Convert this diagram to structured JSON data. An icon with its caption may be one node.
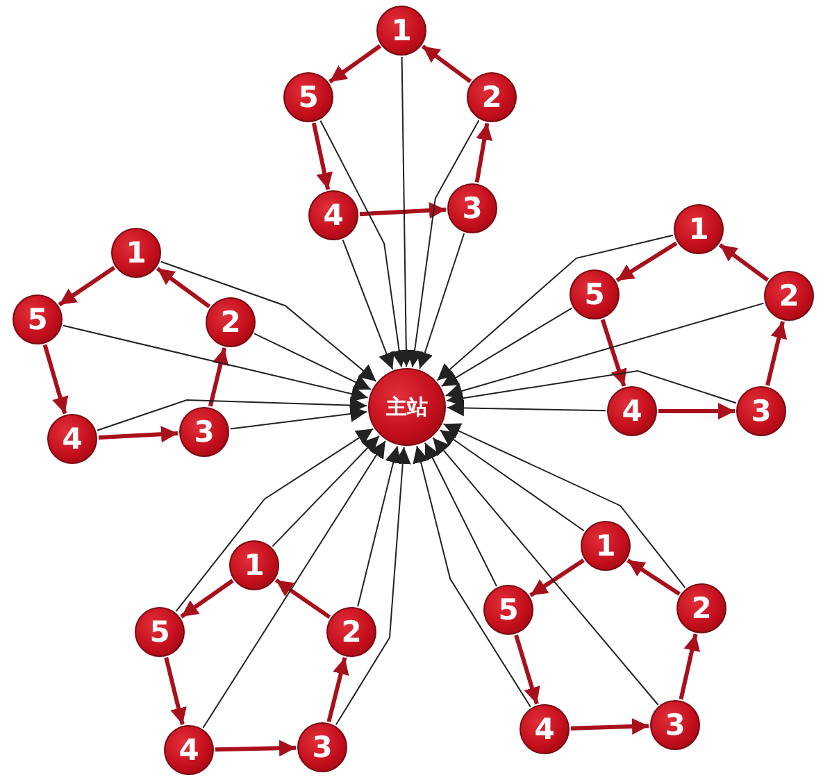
{
  "diagram": {
    "nodes": [
      {
        "text": [
          "主站"
        ]
      },
      {
        "text": [
          "1"
        ]
      },
      {
        "text": [
          "2"
        ]
      },
      {
        "text": [
          "3"
        ]
      },
      {
        "text": [
          "4"
        ]
      },
      {
        "text": [
          "5"
        ]
      },
      {
        "text": [
          "1"
        ]
      },
      {
        "text": [
          "2"
        ]
      },
      {
        "text": [
          "3"
        ]
      },
      {
        "text": [
          "4"
        ]
      },
      {
        "text": [
          "5"
        ]
      },
      {
        "text": [
          "1"
        ]
      },
      {
        "text": [
          "2"
        ]
      },
      {
        "text": [
          "3"
        ]
      },
      {
        "text": [
          "4"
        ]
      },
      {
        "text": [
          "5"
        ]
      },
      {
        "text": [
          "1"
        ]
      },
      {
        "text": [
          "2"
        ]
      },
      {
        "text": [
          "3"
        ]
      },
      {
        "text": [
          "4"
        ]
      },
      {
        "text": [
          "5"
        ]
      },
      {
        "text": [
          "1"
        ]
      },
      {
        "text": [
          "2"
        ]
      },
      {
        "text": [
          "3"
        ]
      },
      {
        "text": [
          "4"
        ]
      },
      {
        "text": [
          "5"
        ]
      }
    ],
    "edges": [
      {
        "from": 2,
        "to": 1,
        "arrow": "to",
        "style": "thick",
        "color": "#a8101c"
      },
      {
        "from": 1,
        "to": 5,
        "arrow": "to",
        "style": "thick",
        "color": "#a8101c"
      },
      {
        "from": 5,
        "to": 4,
        "arrow": "to",
        "style": "thick",
        "color": "#a8101c"
      },
      {
        "from": 4,
        "to": 3,
        "arrow": "to",
        "style": "thick",
        "color": "#a8101c"
      },
      {
        "from": 3,
        "to": 2,
        "arrow": "to",
        "style": "thick",
        "color": "#a8101c"
      },
      {
        "from": 7,
        "to": 6,
        "arrow": "to",
        "style": "thick",
        "color": "#a8101c"
      },
      {
        "from": 6,
        "to": 10,
        "arrow": "to",
        "style": "thick",
        "color": "#a8101c"
      },
      {
        "from": 10,
        "to": 9,
        "arrow": "to",
        "style": "thick",
        "color": "#a8101c"
      },
      {
        "from": 9,
        "to": 8,
        "arrow": "to",
        "style": "thick",
        "color": "#a8101c"
      },
      {
        "from": 8,
        "to": 7,
        "arrow": "to",
        "style": "thick",
        "color": "#a8101c"
      },
      {
        "from": 12,
        "to": 11,
        "arrow": "to",
        "style": "thick",
        "color": "#a8101c"
      },
      {
        "from": 11,
        "to": 15,
        "arrow": "to",
        "style": "thick",
        "color": "#a8101c"
      },
      {
        "from": 15,
        "to": 14,
        "arrow": "to",
        "style": "thick",
        "color": "#a8101c"
      },
      {
        "from": 14,
        "to": 13,
        "arrow": "to",
        "style": "thick",
        "color": "#a8101c"
      },
      {
        "from": 13,
        "to": 12,
        "arrow": "to",
        "style": "thick",
        "color": "#a8101c"
      },
      {
        "from": 17,
        "to": 16,
        "arrow": "to",
        "style": "thick",
        "color": "#a8101c"
      },
      {
        "from": 16,
        "to": 20,
        "arrow": "to",
        "style": "thick",
        "color": "#a8101c"
      },
      {
        "from": 20,
        "to": 19,
        "arrow": "to",
        "style": "thick",
        "color": "#a8101c"
      },
      {
        "from": 19,
        "to": 18,
        "arrow": "to",
        "style": "thick",
        "color": "#a8101c"
      },
      {
        "from": 18,
        "to": 17,
        "arrow": "to",
        "style": "thick",
        "color": "#a8101c"
      },
      {
        "from": 22,
        "to": 21,
        "arrow": "to",
        "style": "thick",
        "color": "#a8101c"
      },
      {
        "from": 21,
        "to": 25,
        "arrow": "to",
        "style": "thick",
        "color": "#a8101c"
      },
      {
        "from": 25,
        "to": 24,
        "arrow": "to",
        "style": "thick",
        "color": "#a8101c"
      },
      {
        "from": 24,
        "to": 23,
        "arrow": "to",
        "style": "thick",
        "color": "#a8101c"
      },
      {
        "from": 23,
        "to": 22,
        "arrow": "to",
        "style": "thick",
        "color": "#a8101c"
      },
      {
        "from": 1,
        "to": 0,
        "arrow": "to",
        "color": "#222222"
      },
      {
        "from": 2,
        "to": 0,
        "arrow": "to",
        "color": "#222222"
      },
      {
        "from": 3,
        "to": 0,
        "arrow": "to",
        "color": "#222222"
      },
      {
        "from": 4,
        "to": 0,
        "arrow": "to",
        "color": "#222222"
      },
      {
        "from": 5,
        "to": 0,
        "arrow": "to",
        "color": "#222222"
      },
      {
        "from": 6,
        "to": 0,
        "arrow": "to",
        "color": "#222222"
      },
      {
        "from": 7,
        "to": 0,
        "arrow": "to",
        "color": "#222222"
      },
      {
        "from": 8,
        "to": 0,
        "arrow": "to",
        "color": "#222222"
      },
      {
        "from": 9,
        "to": 0,
        "arrow": "to",
        "color": "#222222"
      },
      {
        "from": 10,
        "to": 0,
        "arrow": "to",
        "color": "#222222"
      },
      {
        "from": 11,
        "to": 0,
        "arrow": "to",
        "color": "#222222"
      },
      {
        "from": 12,
        "to": 0,
        "arrow": "to",
        "color": "#222222"
      },
      {
        "from": 13,
        "to": 0,
        "arrow": "to",
        "color": "#222222"
      },
      {
        "from": 14,
        "to": 0,
        "arrow": "to",
        "color": "#222222"
      },
      {
        "from": 15,
        "to": 0,
        "arrow": "to",
        "color": "#222222"
      },
      {
        "from": 16,
        "to": 0,
        "arrow": "to",
        "color": "#222222"
      },
      {
        "from": 17,
        "to": 0,
        "arrow": "to",
        "color": "#222222"
      },
      {
        "from": 18,
        "to": 0,
        "arrow": "to",
        "color": "#222222"
      },
      {
        "from": 19,
        "to": 0,
        "arrow": "to",
        "color": "#222222"
      },
      {
        "from": 20,
        "to": 0,
        "arrow": "to",
        "color": "#222222"
      },
      {
        "from": 21,
        "to": 0,
        "arrow": "to",
        "color": "#222222"
      },
      {
        "from": 22,
        "to": 0,
        "arrow": "to",
        "color": "#222222"
      },
      {
        "from": 23,
        "to": 0,
        "arrow": "to",
        "color": "#222222"
      },
      {
        "from": 24,
        "to": 0,
        "arrow": "to",
        "color": "#222222"
      },
      {
        "from": 25,
        "to": 0,
        "arrow": "to",
        "color": "#222222"
      }
    ]
  }
}
